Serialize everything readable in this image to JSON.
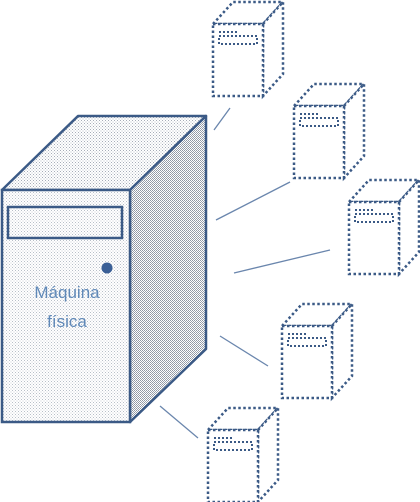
{
  "physical_machine": {
    "label_line1": "Máquina",
    "label_line2": "física"
  },
  "virtual_machines_count": 5,
  "colors": {
    "outline": "#3b5a86",
    "connector": "#6a86ad",
    "label": "#6089b8",
    "power_dot": "#3a5f96"
  }
}
